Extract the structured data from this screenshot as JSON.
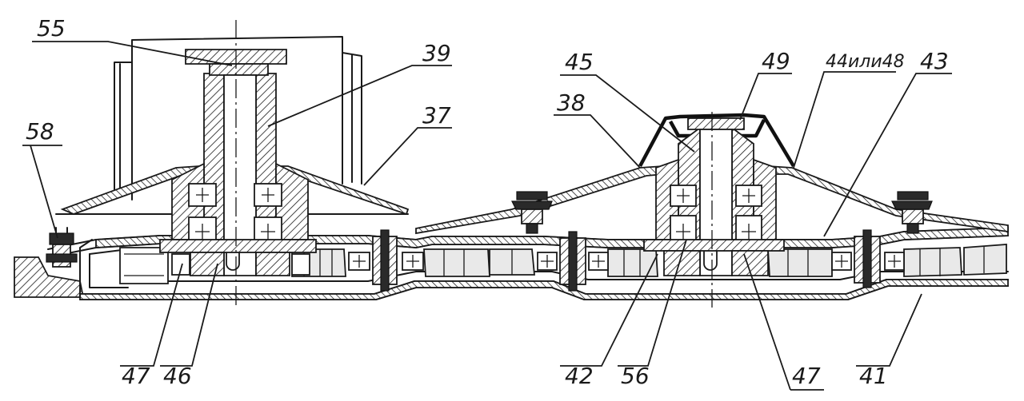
{
  "callouts": {
    "c55": "55",
    "c39": "39",
    "c37": "37",
    "c58": "58",
    "c45": "45",
    "c49": "49",
    "c44": "44или48",
    "c43": "43",
    "c38": "38",
    "c47a": "47",
    "c46": "46",
    "c42": "42",
    "c56": "56",
    "c47b": "47",
    "c41": "41"
  }
}
